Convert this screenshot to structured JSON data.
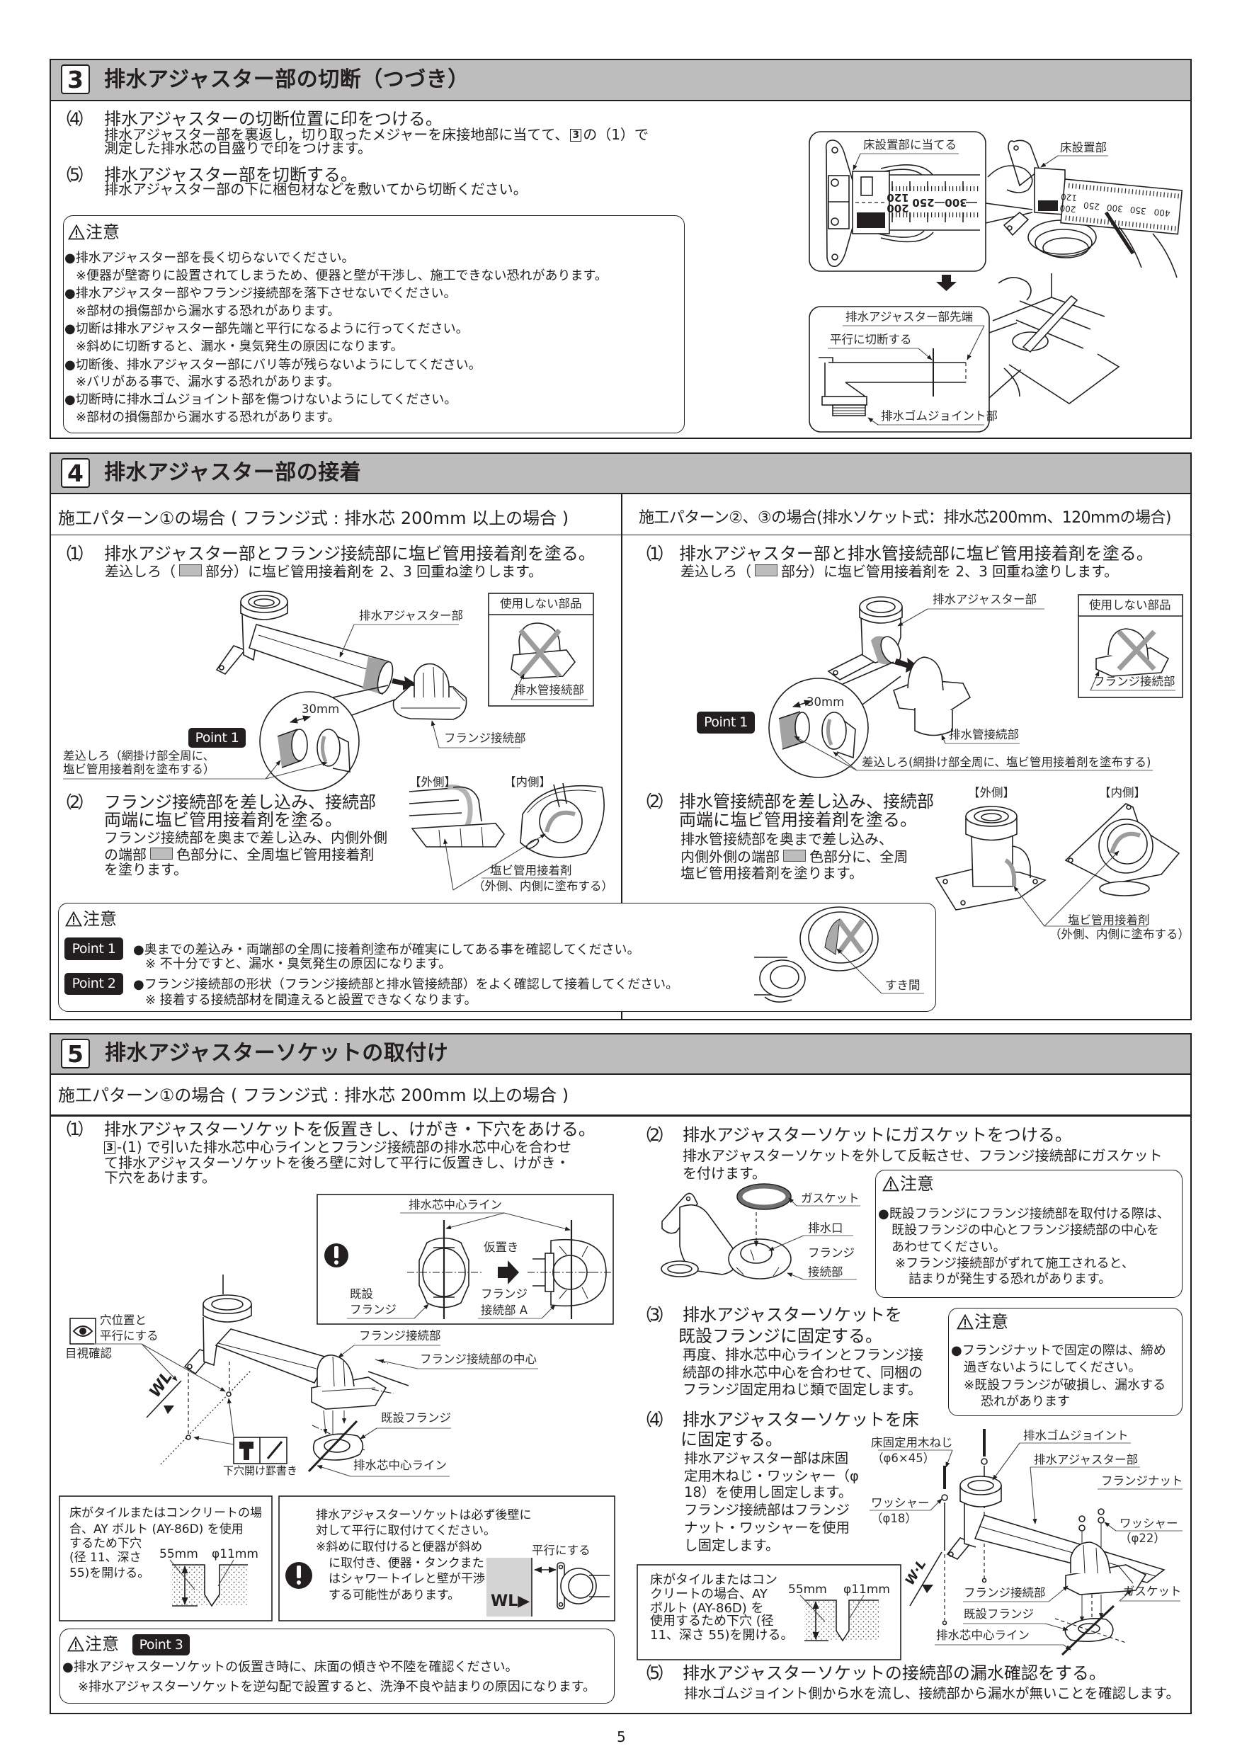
{
  "page_number": "5",
  "s3": {
    "number": "3",
    "title": "排水アジャスター部の切断（つづき）",
    "step4": {
      "num": "（4）",
      "heading": "排水アジャスターの切断位置に印をつける。",
      "body1a": "排水アジャスター部を裏返し，切り取ったメジャーを床接地部に当てて、",
      "ref": "3",
      "body1b": "の（1）で",
      "body2": "測定した排水芯の目盛りで印をつけます。"
    },
    "step5": {
      "num": "（5）",
      "heading": "排水アジャスター部を切断する。",
      "body": "排水アジャスター部の下に梱包材などを敷いてから切断ください。"
    },
    "caution": {
      "title": "注意",
      "items": [
        {
          "bullet": "●排水アジャスター部を長く切らないでください。",
          "note": "※便器が壁寄りに設置されてしまうため、便器と壁が干渉し、施工できない恐れがあります。"
        },
        {
          "bullet": "●排水アジャスター部やフランジ接続部を落下させないでください。",
          "note": "※部材の損傷部から漏水する恐れがあります。"
        },
        {
          "bullet": "●切断は排水アジャスター部先端と平行になるように行ってください。",
          "note": "※斜めに切断すると、漏水・臭気発生の原因になります。"
        },
        {
          "bullet": "●切断後、排水アジャスター部にバリ等が残らないようにしてください。",
          "note": "※バリがある事で、漏水する恐れがあります。"
        },
        {
          "bullet": "●切断時に排水ゴムジョイント部を傷つけないようにしてください。",
          "note": "※部材の損傷部から漏水する恐れがあります。"
        }
      ]
    },
    "figure": {
      "floor_contact": "床設置部に当てる",
      "floor_part": "床設置部",
      "adjuster_tip": "排水アジャスター部先端",
      "cut_parallel": "平行に切断する",
      "rubber_joint": "排水ゴムジョイント部",
      "ruler_box": [
        "120",
        "200",
        "250",
        "300"
      ],
      "ruler_photo": [
        "120",
        "200",
        "250",
        "300",
        "350",
        "400"
      ]
    }
  },
  "s4": {
    "number": "4",
    "title": "排水アジャスター部の接着",
    "left": {
      "subheader": "施工パターン①の場合 ( フランジ式 : 排水芯 200mm 以上の場合 )",
      "step1": {
        "num": "（1）",
        "heading": "排水アジャスター部とフランジ接続部に塩ビ管用接着剤を塗る。",
        "body_a": "差込しろ（",
        "body_b": "部分）に塩ビ管用接着剤を 2、3 回重ね塗りします。"
      },
      "fig1": {
        "adjuster": "排水アジャスター部",
        "unused_title": "使用しない部品",
        "unused_part": "排水管接続部",
        "dim": "30mm",
        "point": "Point 1",
        "flange_conn": "フランジ接続部",
        "insert1": "差込しろ（網掛け部全周に、",
        "insert2": "塩ビ管用接着剤を塗布する）"
      },
      "step2": {
        "num": "（2）",
        "heading1": "フランジ接続部を差し込み、接続部",
        "heading2": "両端に塩ビ管用接着剤を塗る。",
        "body1": "フランジ接続部を奥まで差し込み、内側外側",
        "body2a": "の端部",
        "body2b": "色部分に、全周塩ビ管用接着剤",
        "body3": "を塗ります。"
      },
      "fig2": {
        "outer": "【外側】",
        "inner": "【内側】",
        "adhesive": "塩ビ管用接着剤",
        "adhesive_note": "（外側、内側に塗布する）"
      }
    },
    "right": {
      "subheader": "施工パターン②、③の場合(排水ソケット式：排水芯200mm、120mmの場合)",
      "step1": {
        "num": "（1）",
        "heading": "排水アジャスター部と排水管接続部に塩ビ管用接着剤を塗る。",
        "body_a": "差込しろ（",
        "body_b": "部分）に塩ビ管用接着剤を 2、3 回重ね塗りします。"
      },
      "fig1": {
        "adjuster": "排水アジャスター部",
        "unused_title": "使用しない部品",
        "unused_part": "フランジ接続部",
        "dim": "30mm",
        "point": "Point 1",
        "drain_conn": "排水管接続部",
        "insert": "差込しろ(網掛け部全周に、塩ビ管用接着剤を塗布する)"
      },
      "step2": {
        "num": "（2）",
        "heading1": "排水管接続部を差し込み、接続部",
        "heading2": "両端に塩ビ管用接着剤を塗る。",
        "body1": "排水管接続部を奥まで差し込み、",
        "body2a": "内側外側の端部",
        "body2b": "色部分に、全周",
        "body3": "塩ビ管用接着剤を塗ります。"
      },
      "fig2": {
        "outer": "【外側】",
        "inner": "【内側】",
        "adhesive": "塩ビ管用接着剤",
        "adhesive_note": "（外側、内側に塗布する）"
      }
    },
    "caution": {
      "title": "注意",
      "points": [
        {
          "badge": "Point 1",
          "bullet": "●奥までの差込み・両端部の全周に接着剤塗布が確実にしてある事を確認してください。",
          "note": "※ 不十分ですと、漏水・臭気発生の原因になります。"
        },
        {
          "badge": "Point 2",
          "bullet": "●フランジ接続部の形状（フランジ接続部と排水管接続部）をよく確認して接着してください。",
          "note": "※ 接着する接続部材を間違えると設置できなくなります。"
        }
      ],
      "gap_label": "すき間"
    }
  },
  "s5": {
    "number": "5",
    "title": "排水アジャスターソケットの取付け",
    "subheader": "施工パターン①の場合 ( フランジ式 : 排水芯 200mm 以上の場合 )",
    "step1": {
      "num": "（1）",
      "heading": "排水アジャスターソケットを仮置きし、けがき・下穴をあける。",
      "ref": "3",
      "body1": "-(1) で引いた排水芯中心ラインとフランジ接続部の排水芯中心を合わせ",
      "body2": "て排水アジャスターソケットを後ろ壁に対して平行に仮置きし、けがき・",
      "body3": "下穴をあけます。"
    },
    "inset": {
      "center_line": "排水芯中心ライン",
      "temp_place": "仮置き",
      "existing1": "既設",
      "existing2": "フランジ",
      "conn1": "フランジ",
      "conn2": "接続部 A"
    },
    "fig1": {
      "hole1": "穴位置と",
      "hole2": "平行にする",
      "visual_check": "目視確認",
      "flange_conn": "フランジ接続部",
      "flange_center": "フランジ接続部の中心",
      "existing_flange": "既設フランジ",
      "drill_mark": "下穴開け罫書き",
      "center_line": "排水芯中心ライン",
      "wl": "WL"
    },
    "tile_box": {
      "lines": [
        "床がタイルまたはコンクリートの場",
        "合、AY ボルト (AY-86D) を使用",
        "するため下穴",
        "(径 11、深さ",
        "55)を開ける。"
      ],
      "depth": "55mm",
      "diameter": "φ11mm"
    },
    "parallel_box": {
      "lines": [
        "排水アジャスターソケットは必ず後壁に",
        "対して平行に取付けてください。",
        "※斜めに取付けると便器が斜め",
        "に取付き、便器・タンクまた",
        "はシャワートイレと壁が干渉",
        "する可能性があります。"
      ],
      "parallel": "平行にする",
      "wl": "WL▶"
    },
    "caution_point3": {
      "title": "注意",
      "badge": "Point 3",
      "bullet": "●排水アジャスターソケットの仮置き時に、床面の傾きや不陸を確認ください。",
      "note": "※排水アジャスターソケットを逆勾配で設置すると、洗浄不良や詰まりの原因になります。"
    },
    "step2": {
      "num": "（2）",
      "heading": "排水アジャスターソケットにガスケットをつける。",
      "body1": "排水アジャスターソケットを外して反転させ、フランジ接続部にガスケット",
      "body2": "を付けます。"
    },
    "fig2": {
      "gasket": "ガスケット",
      "drain_port": "排水口",
      "conn1": "フランジ",
      "conn2": "接続部"
    },
    "caution_step2": {
      "title": "注意",
      "lines": [
        "●既設フランジにフランジ接続部を取付ける際は、",
        "既設フランジの中心とフランジ接続部の中心を",
        "あわせてください。",
        "※フランジ接続部がずれて施工されると、",
        "詰まりが発生する恐れがあります。"
      ]
    },
    "step3": {
      "num": "（3）",
      "heading1": "排水アジャスターソケットを",
      "heading2": "既設フランジに固定する。",
      "body": [
        "再度、排水芯中心ラインとフランジ接",
        "続部の排水芯中心を合わせて、同梱の",
        "フランジ固定用ねじ類で固定します。"
      ]
    },
    "caution_step3": {
      "title": "注意",
      "lines": [
        "●フランジナットで固定の際は、締め",
        "過ぎないようにしてください。",
        "※既設フランジが破損し、漏水する",
        "恐れがあります"
      ]
    },
    "step4": {
      "num": "（4）",
      "heading1": "排水アジャスターソケットを床",
      "heading2": "に固定する。",
      "body": [
        "排水アジャスター部は床固",
        "定用木ねじ・ワッシャー（φ",
        "18）を使用し固定します。",
        "フランジ接続部はフランジ",
        "ナット・ワッシャーを使用",
        "し固定します。"
      ]
    },
    "fig4": {
      "wood_screw": "床固定用木ねじ",
      "wood_screw_size": "（φ6×45）",
      "washer1": "ワッシャー",
      "washer1_size": "（φ18）",
      "rubber_joint": "排水ゴムジョイント",
      "adjuster": "排水アジャスター部",
      "flange_nut": "フランジナット",
      "washer2": "ワッシャー",
      "washer2_size": "（φ22）",
      "flange_conn": "フランジ接続部",
      "gasket": "ガスケット",
      "existing_flange": "既設フランジ",
      "center_line": "排水芯中心ライン",
      "wl": "W·L"
    },
    "tile_box2": {
      "lines": [
        "床がタイルまたはコン",
        "クリートの場合、AY",
        "ボルト (AY-86D) を",
        "使用するため下穴 (径",
        "11、深さ 55)を開ける。"
      ],
      "depth": "55mm",
      "diameter": "φ11mm"
    },
    "step5": {
      "num": "（5）",
      "heading": "排水アジャスターソケットの接続部の漏水確認をする。",
      "body": "排水ゴムジョイント側から水を流し、接続部から漏水が無いことを確認します。"
    }
  }
}
